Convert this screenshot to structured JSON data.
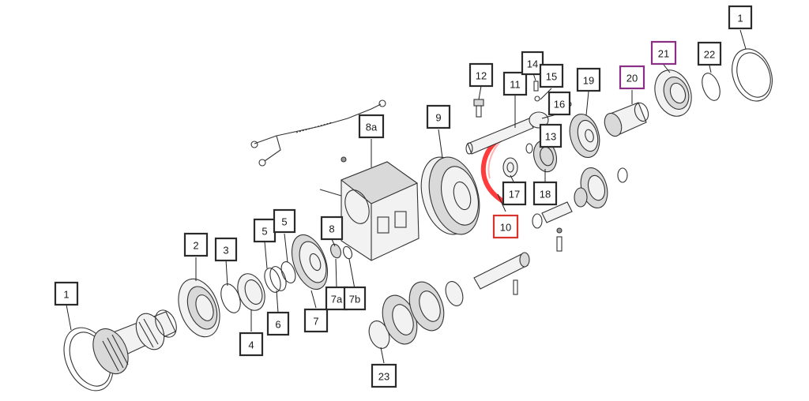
{
  "diagram": {
    "colors": {
      "default_box": "#2b2b2b",
      "highlight_box": "#d9342b",
      "accent_box": "#8a2f86",
      "highlight_part": "#ff3b3b",
      "line": "#333333"
    },
    "callouts": [
      {
        "id": "c-1-left",
        "label": "1",
        "style": "default"
      },
      {
        "id": "c-2",
        "label": "2",
        "style": "default"
      },
      {
        "id": "c-3",
        "label": "3",
        "style": "default"
      },
      {
        "id": "c-4",
        "label": "4",
        "style": "default"
      },
      {
        "id": "c-5a",
        "label": "5",
        "style": "default"
      },
      {
        "id": "c-5b",
        "label": "5",
        "style": "default"
      },
      {
        "id": "c-6",
        "label": "6",
        "style": "default"
      },
      {
        "id": "c-7",
        "label": "7",
        "style": "default"
      },
      {
        "id": "c-7a",
        "label": "7a",
        "style": "default"
      },
      {
        "id": "c-7b",
        "label": "7b",
        "style": "default"
      },
      {
        "id": "c-8",
        "label": "8",
        "style": "default"
      },
      {
        "id": "c-8a",
        "label": "8a",
        "style": "default"
      },
      {
        "id": "c-9",
        "label": "9",
        "style": "default"
      },
      {
        "id": "c-10",
        "label": "10",
        "style": "highlight"
      },
      {
        "id": "c-11",
        "label": "11",
        "style": "default"
      },
      {
        "id": "c-12",
        "label": "12",
        "style": "default"
      },
      {
        "id": "c-13",
        "label": "13",
        "style": "default"
      },
      {
        "id": "c-14",
        "label": "14",
        "style": "default"
      },
      {
        "id": "c-15",
        "label": "15",
        "style": "default"
      },
      {
        "id": "c-16",
        "label": "16",
        "style": "default"
      },
      {
        "id": "c-17",
        "label": "17",
        "style": "default"
      },
      {
        "id": "c-18",
        "label": "18",
        "style": "default"
      },
      {
        "id": "c-19",
        "label": "19",
        "style": "default"
      },
      {
        "id": "c-20",
        "label": "20",
        "style": "accent"
      },
      {
        "id": "c-21",
        "label": "21",
        "style": "accent"
      },
      {
        "id": "c-22",
        "label": "22",
        "style": "default"
      },
      {
        "id": "c-23",
        "label": "23",
        "style": "default"
      },
      {
        "id": "c-1-right",
        "label": "1",
        "style": "default"
      }
    ]
  }
}
